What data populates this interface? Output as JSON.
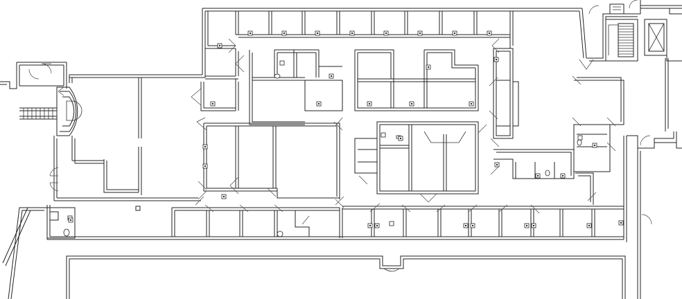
{
  "floor_plan": {
    "colors": {
      "wall": "#222222",
      "background": "#ffffff"
    },
    "north_wing_rooms": 9,
    "south_corridor_rooms": 14,
    "stair_count": 2
  }
}
